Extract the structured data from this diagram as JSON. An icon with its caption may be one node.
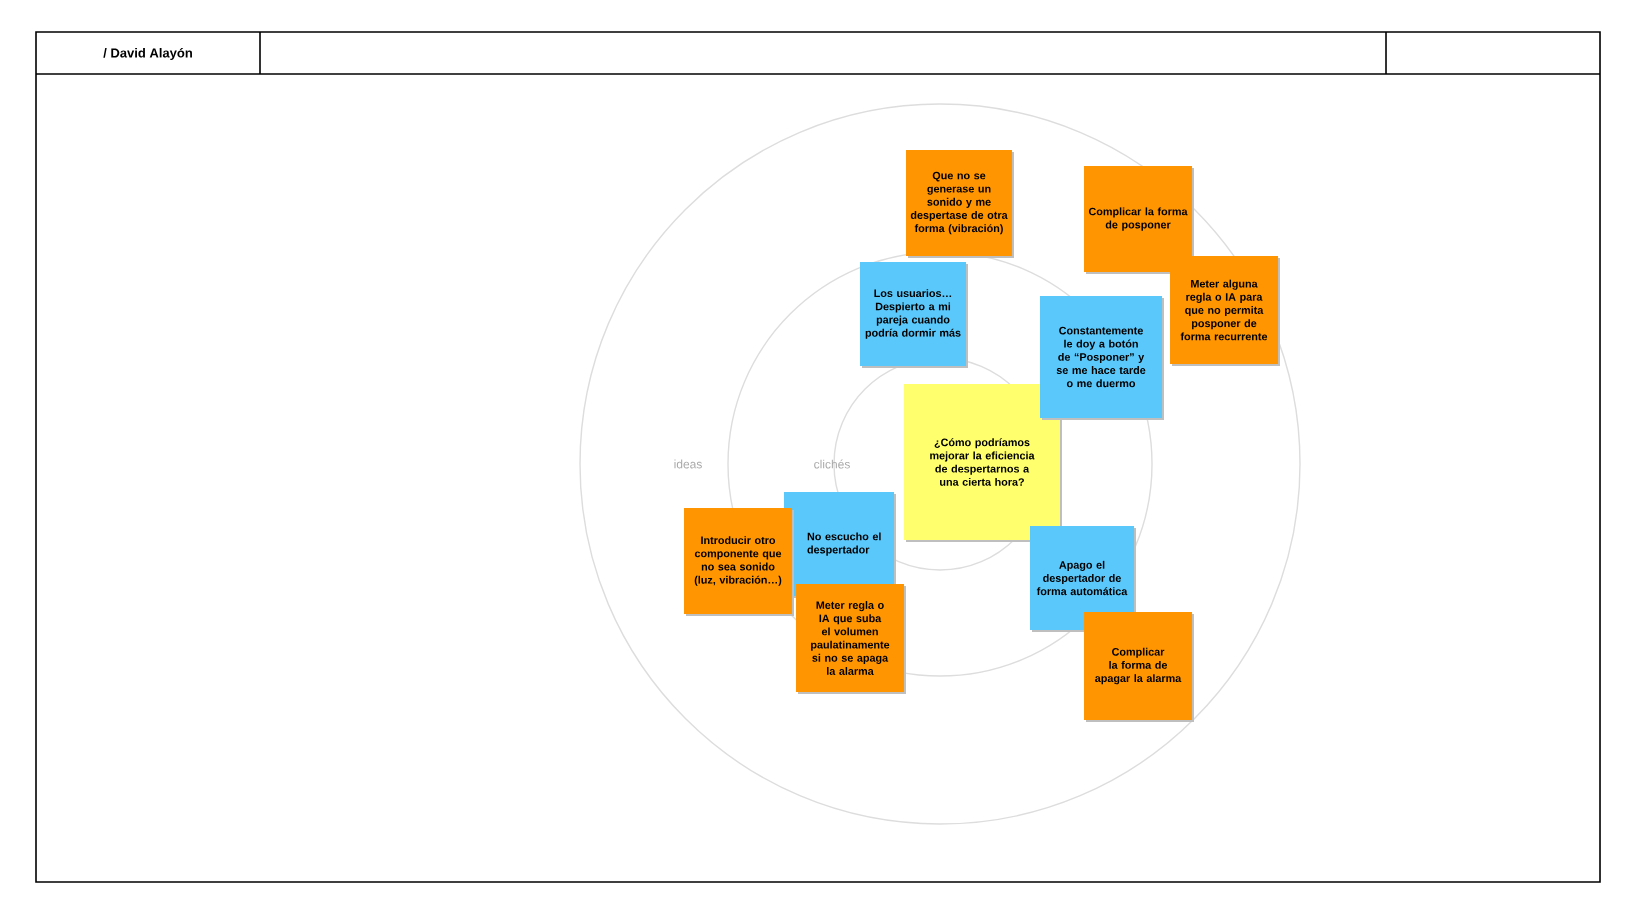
{
  "diagram": {
    "nodes": [
      {
        "text": [
          "¿Cómo podríamos mejorar la eficiencia de despertarnos a una cierta hora?"
        ]
      },
      {
        "text": [
          "Que no se generase un sonido y me despertase de otra forma (vibración)"
        ]
      },
      {
        "text": [
          "Complicar la forma de posponer"
        ]
      },
      {
        "text": [
          "Meter alguna regla o IA para que no permita posponer de forma recurrente"
        ]
      },
      {
        "text": [
          "Los usuarios… Despierto a mi pareja cuando podría dormir más"
        ]
      },
      {
        "text": [
          "Constantemente le doy a botón de “Posponer” y se me hace tarde o me duermo"
        ]
      },
      {
        "text": [
          "No escucho el despertador"
        ]
      },
      {
        "text": [
          "Introducir otro componente que no sea sonido (luz, vibración…)"
        ]
      },
      {
        "text": [
          "Meter regla o IA que suba el volumen paulatinamente si no se apaga la alarma"
        ]
      },
      {
        "text": [
          "Apago el despertador de forma automática"
        ]
      },
      {
        "text": [
          "Complicar la forma de apagar la alarma"
        ]
      }
    ],
    "labels": [
      "/ David Alayón",
      "ideas",
      "clichés"
    ]
  }
}
